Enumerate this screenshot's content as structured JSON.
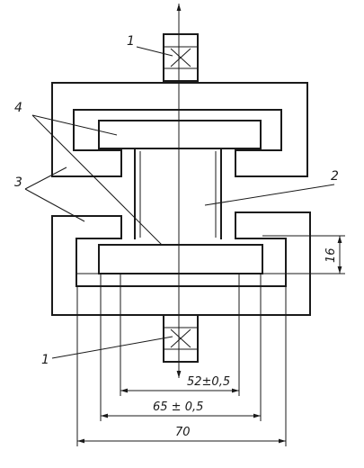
{
  "labels": {
    "part_1_top": "1",
    "part_1_bottom": "1",
    "part_2": "2",
    "part_3": "3",
    "part_4": "4"
  },
  "dimensions": {
    "inner_width": "52±0,5",
    "middle_width": "65 ± 0,5",
    "outer_width": "70",
    "thickness": "16"
  },
  "colors": {
    "line": "#1a1a1a",
    "background": "#ffffff"
  }
}
